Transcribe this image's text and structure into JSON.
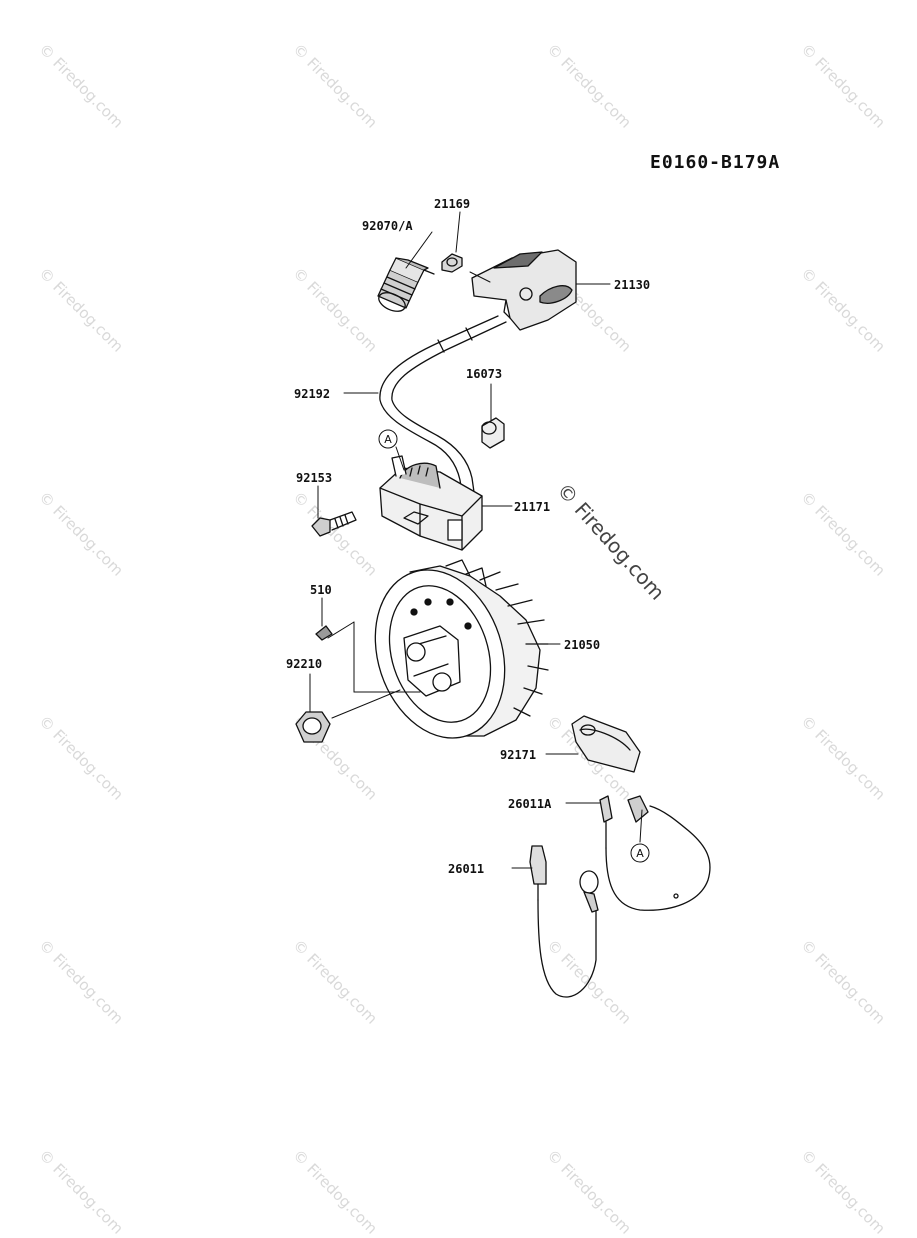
{
  "diagram_code": "E0160-B179A",
  "watermark_small": "© Firedog.com",
  "watermark_large": "© Firedog.com",
  "connector_marker": "A",
  "parts": {
    "p92070": "92070/A",
    "p21169": "21169",
    "p21130": "21130",
    "p92192": "92192",
    "p16073": "16073",
    "p92153": "92153",
    "p21171": "21171",
    "p510": "510",
    "p21050": "21050",
    "p92210": "92210",
    "p92171": "92171",
    "p26011A": "26011A",
    "p26011": "26011"
  }
}
